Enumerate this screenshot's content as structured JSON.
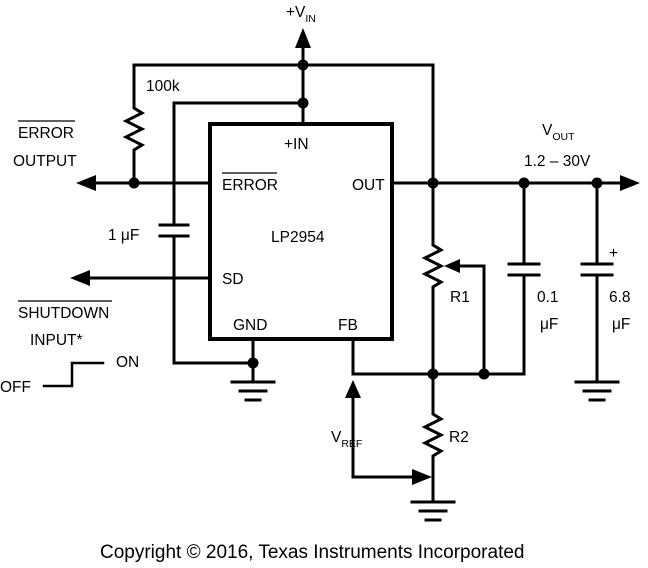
{
  "diagram": {
    "ic": {
      "part": "LP2954",
      "pins": {
        "in": "+IN",
        "error": "ERROR",
        "out": "OUT",
        "sd": "SD",
        "gnd": "GND",
        "fb": "FB"
      }
    },
    "supply": {
      "main": "+V",
      "sub": "IN"
    },
    "vout": {
      "main": "V",
      "sub": "OUT",
      "range": "1.2 – 30V"
    },
    "vref": {
      "main": "V",
      "sub": "REF"
    },
    "error_output": {
      "line1": "ERROR",
      "line2": "OUTPUT"
    },
    "shutdown_input": {
      "line1": "SHUTDOWN",
      "line2": "INPUT*"
    },
    "switch": {
      "off": "OFF",
      "on": "ON"
    },
    "components": {
      "pullup": "100k",
      "cap_sd": "1 μF",
      "r1": "R1",
      "r2": "R2",
      "cap_small": {
        "value": "0.1",
        "unit": "μF"
      },
      "cap_large": {
        "value": "6.8",
        "unit": "μF",
        "polarity": "+"
      }
    },
    "copyright": "Copyright © 2016, Texas Instruments Incorporated"
  }
}
